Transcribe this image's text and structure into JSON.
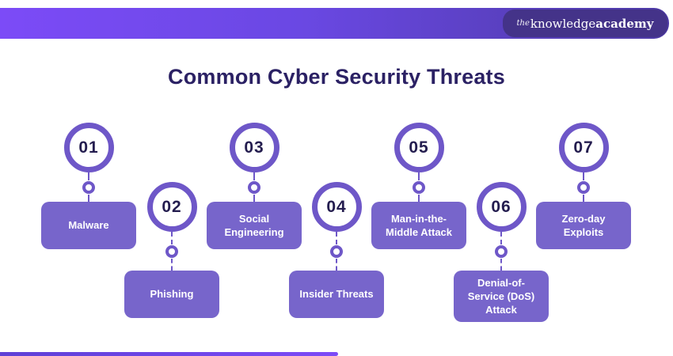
{
  "brand": {
    "logo_the": "the",
    "logo_knowledge": "knowledge",
    "logo_academy": "academy"
  },
  "title": "Common Cyber Security Threats",
  "colors": {
    "bar_gradient_start": "#7c4bf7",
    "bar_gradient_end": "#4d3aa5",
    "logo_chip": "#443389",
    "accent_ring": "#6e57c8",
    "box_fill": "#7765cb",
    "number_text": "#241d4f",
    "title_text": "#2b2164"
  },
  "threats": [
    {
      "number": "01",
      "label": "Malware"
    },
    {
      "number": "02",
      "label": "Phishing"
    },
    {
      "number": "03",
      "label": "Social\nEngineering"
    },
    {
      "number": "04",
      "label": "Insider Threats"
    },
    {
      "number": "05",
      "label": "Man-in-the-\nMiddle Attack"
    },
    {
      "number": "06",
      "label": "Denial-of-\nService (DoS)\nAttack"
    },
    {
      "number": "07",
      "label": "Zero-day\nExploits"
    }
  ]
}
